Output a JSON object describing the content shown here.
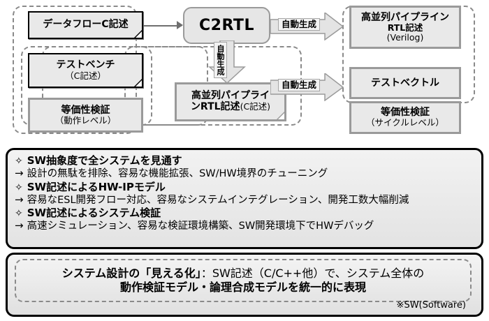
{
  "diagram": {
    "left_inputs": [
      {
        "label": "データフローC記述",
        "sub": "",
        "style": "document-black"
      },
      {
        "label": "テストベンチ",
        "sub": "（C記述）",
        "style": "document-black"
      },
      {
        "label": "等価性検証",
        "sub": "（動作レベル）",
        "style": "rect-gray"
      }
    ],
    "tool": {
      "label": "C2RTL"
    },
    "intermediate": {
      "line1": "高並列パイプライ",
      "line2": "ンRTL記述",
      "line2_sub": "(C記述)"
    },
    "right_outputs": [
      {
        "line1": "高並列パイプライン",
        "line2": "RTL記述",
        "line3": "(Verilog)",
        "style": "rect-gray"
      },
      {
        "line1": "テストベクトル",
        "line2": "",
        "line3": "",
        "style": "rect-gray"
      },
      {
        "line1": "等価性検証",
        "line2": "（サイクルレベル）",
        "line3": "",
        "style": "rect-gray"
      }
    ],
    "arrows": {
      "top_right_label": "自動生成",
      "vertical_label": "自動生成",
      "mid_right_label": "自動生成"
    }
  },
  "bullets": [
    {
      "marker": "✧",
      "text": "SW抽象度で全システムを見通す",
      "kind": "head"
    },
    {
      "marker": "→",
      "text": "設計の無駄を排除、容易な機能拡張、SW/HW境界のチューニング",
      "kind": "sub"
    },
    {
      "marker": "✧",
      "text": "SW記述によるHW-IPモデル",
      "kind": "head"
    },
    {
      "marker": "→",
      "text": "容易なESL開発フロー対応、容易なシステムインテグレーション、開発工数大幅削減",
      "kind": "sub"
    },
    {
      "marker": "✧",
      "text": "SW記述によるシステム検証",
      "kind": "head"
    },
    {
      "marker": "→",
      "text": "高速シミュレーション、容易な検証環境構築、SW開発環境下でHWデバッグ",
      "kind": "sub"
    }
  ],
  "summary": {
    "line1_strong": "システム設計の「見える化」",
    "line1_rest": "：SW記述（C/C++他）で、システム全体の",
    "line2": "動作検証モデル・論理合成モデルを統一的に表現",
    "footnote": "※SW(Software)"
  },
  "colors": {
    "box_fill": "#e9e9e9",
    "border_gray": "#9a9a9a",
    "border_black": "#000000",
    "dash_gray": "#8a8a8a"
  }
}
